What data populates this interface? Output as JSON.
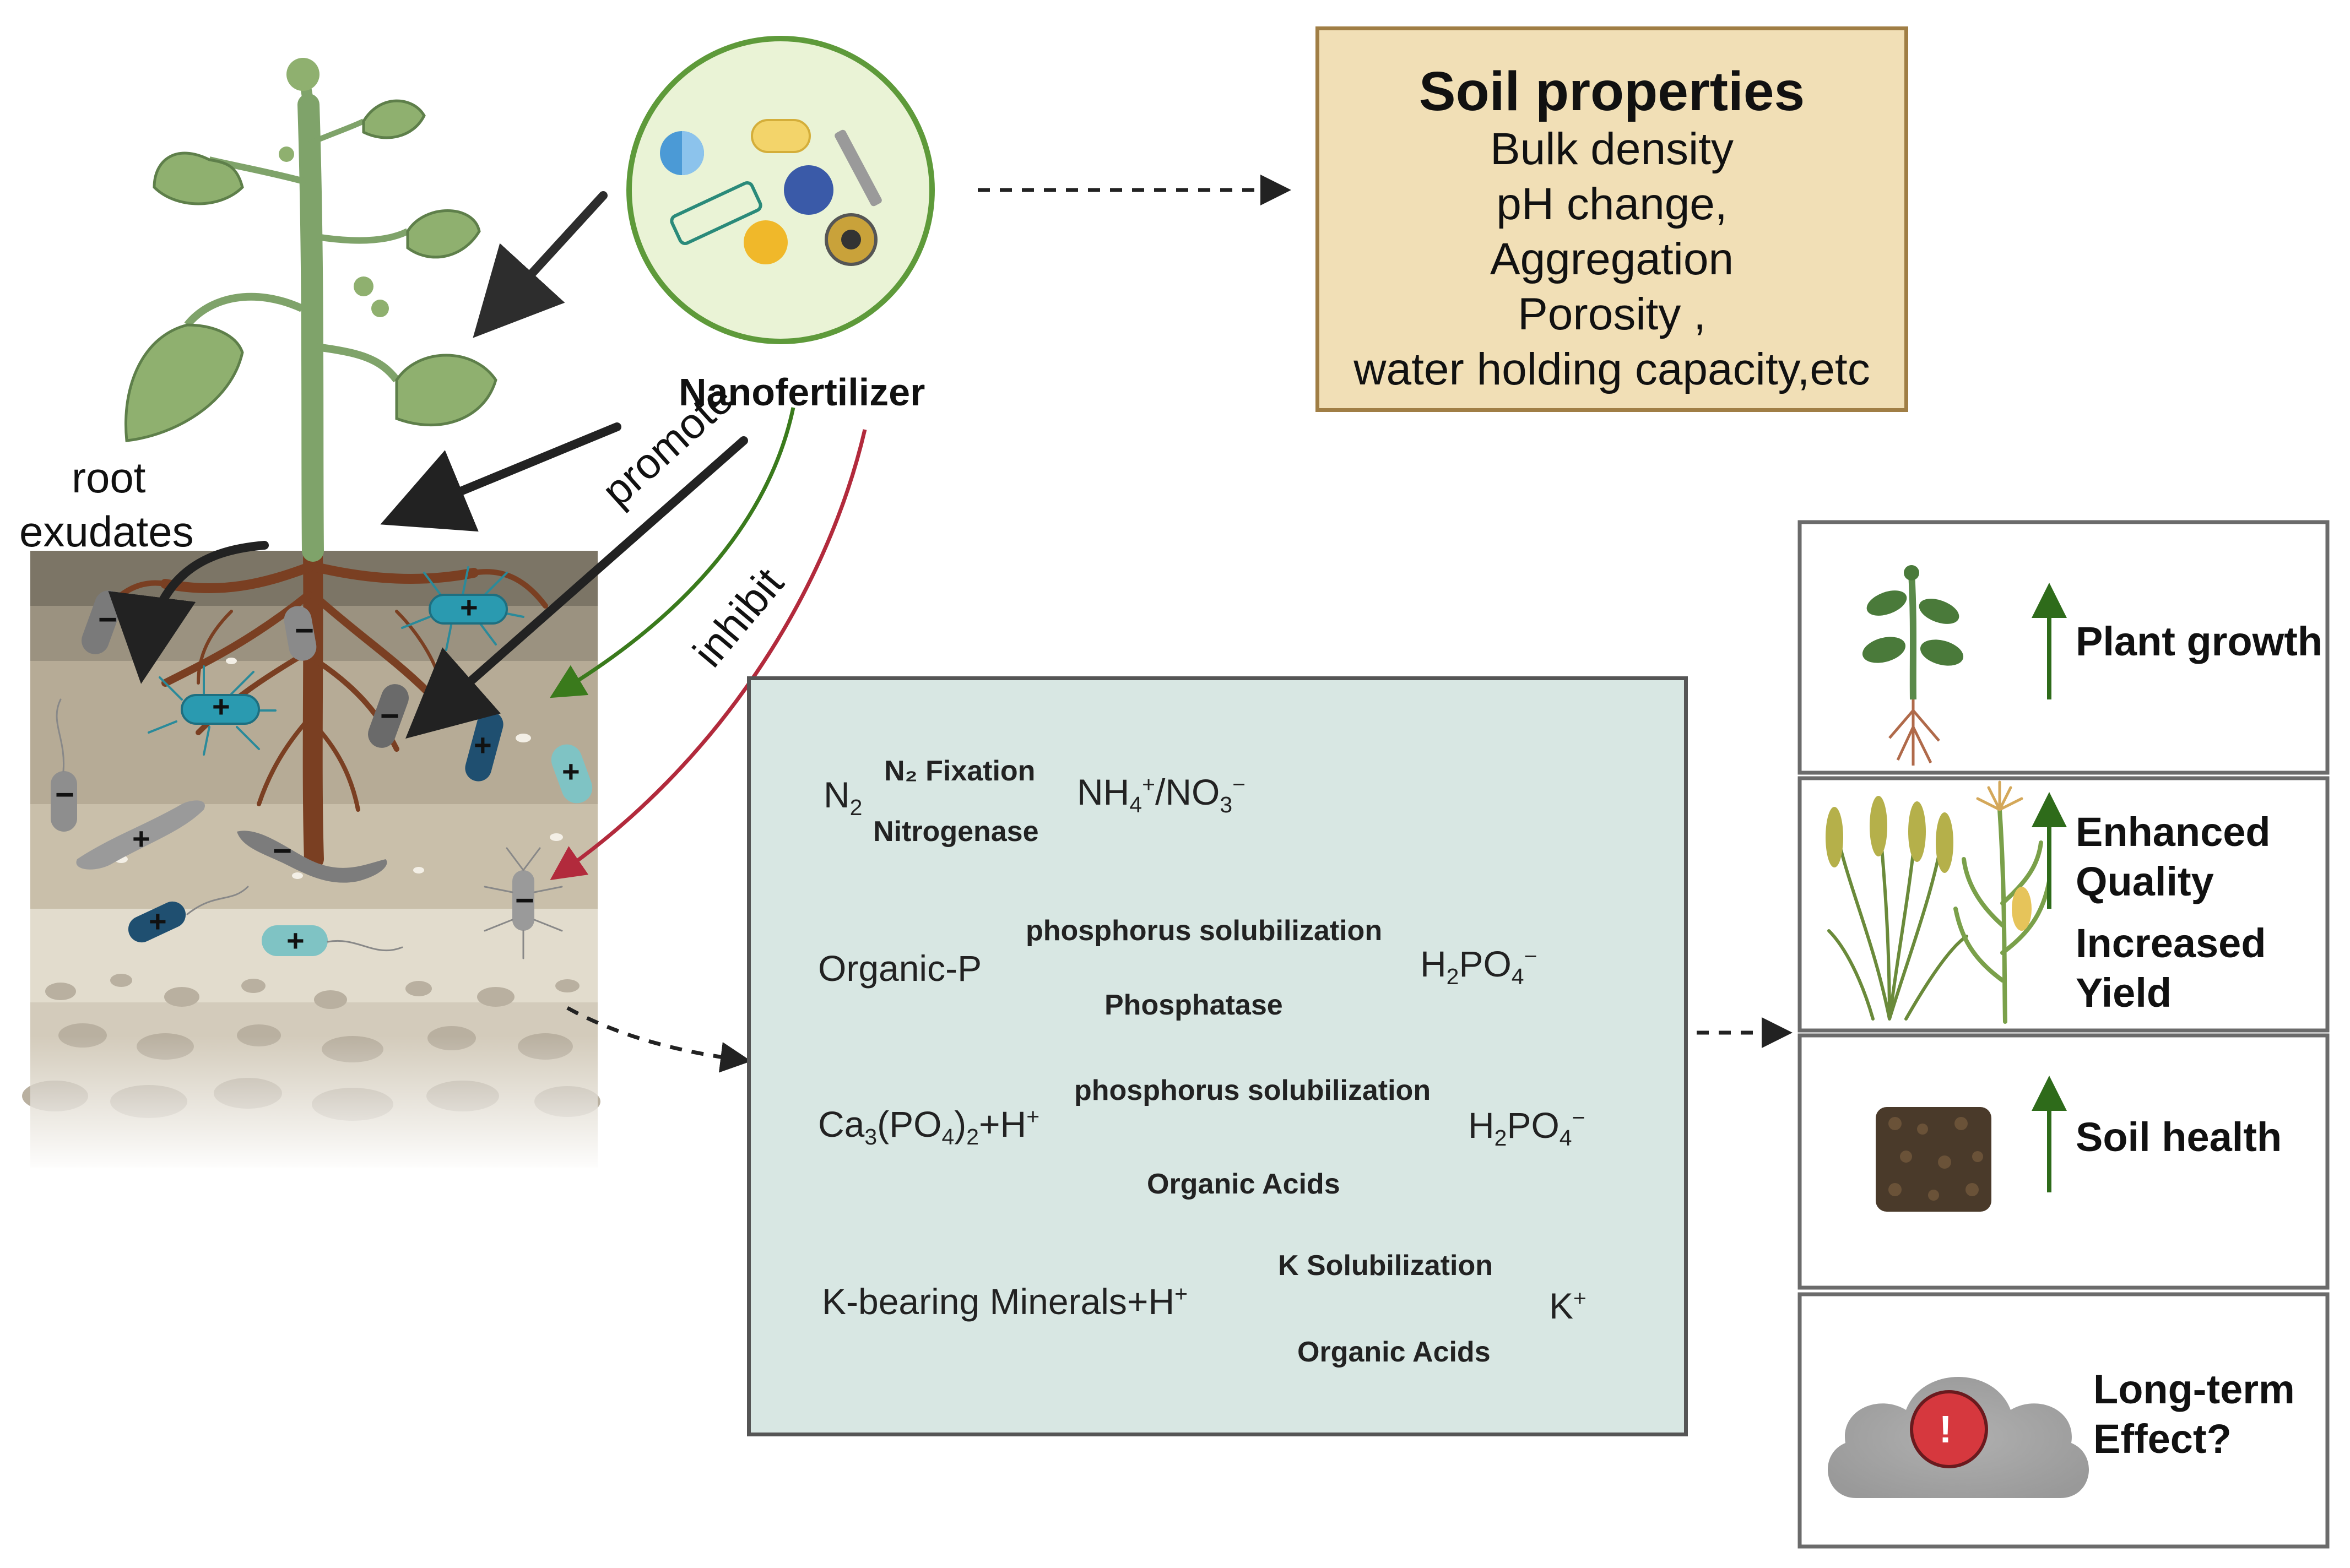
{
  "nanofertilizer": {
    "label": "Nanofertilizer"
  },
  "root_label": {
    "line1": "root",
    "line2": "exudates"
  },
  "arrow_labels": {
    "promote": "promote",
    "inhibit": "inhibit"
  },
  "microbe_charges": {
    "plus": "+",
    "minus": "−"
  },
  "soil_properties": {
    "title": "Soil  properties",
    "items": [
      "Bulk density",
      "pH change,",
      "Aggregation",
      "Porosity ,",
      "water holding capacity,etc"
    ]
  },
  "reactions": [
    {
      "left": "N",
      "left_sub": "2",
      "above": "N₂ Fixation",
      "below": "Nitrogenase",
      "right_1": "NH",
      "right_sub1": "4",
      "right_sup1": "+",
      "right_2": "/NO",
      "right_sub2": "3",
      "right_sup2": "−"
    },
    {
      "left": "Organic-P",
      "above": "phosphorus solubilization",
      "below": "Phosphatase",
      "right_a": "H",
      "right_sub_a": "2",
      "right_b": "PO",
      "right_sub_b": "4",
      "right_sup_b": "−"
    },
    {
      "left_a": "Ca",
      "left_sub_a": "3",
      "left_b": "(PO",
      "left_sub_b": "4",
      "left_c": ")",
      "left_sub_c": "2",
      "left_d": "+H",
      "left_sup_d": "+",
      "above": "phosphorus solubilization",
      "below": "Organic Acids",
      "right_a": "H",
      "right_sub_a": "2",
      "right_b": "PO",
      "right_sub_b": "4",
      "right_sup_b": "−"
    },
    {
      "left": "K-bearing Minerals+H",
      "left_sup": "+",
      "above": "K Solubilization",
      "below": "Organic Acids",
      "right": "K",
      "right_sup": "+"
    }
  ],
  "outcomes": {
    "plant_growth": "Plant growth",
    "quality_1": "Enhanced",
    "quality_2": "Quality",
    "yield_1": "Increased",
    "yield_2": "Yield",
    "soil_health": "Soil health",
    "longterm_1": "Long-term",
    "longterm_2": "Effect?",
    "alert_symbol": "!"
  },
  "colors": {
    "promote": "#3a7a1c",
    "inhibit": "#b22a3c",
    "up_arrow": "#2e6b1a",
    "leaf": "#8fb06f",
    "stem": "#7fa36a",
    "root": "#7a3f22",
    "alert": "#d6383e"
  }
}
